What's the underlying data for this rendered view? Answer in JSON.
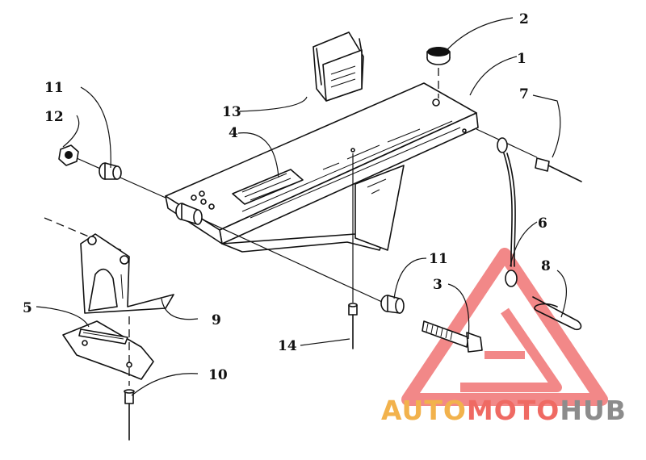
{
  "callouts": [
    {
      "id": "c1",
      "label": "1"
    },
    {
      "id": "c2",
      "label": "2"
    },
    {
      "id": "c3",
      "label": "3"
    },
    {
      "id": "c4",
      "label": "4"
    },
    {
      "id": "c5",
      "label": "5"
    },
    {
      "id": "c6",
      "label": "6"
    },
    {
      "id": "c7",
      "label": "7"
    },
    {
      "id": "c8",
      "label": "8"
    },
    {
      "id": "c9",
      "label": "9"
    },
    {
      "id": "c10",
      "label": "10"
    },
    {
      "id": "c11a",
      "label": "11"
    },
    {
      "id": "c11b",
      "label": "11"
    },
    {
      "id": "c12",
      "label": "12"
    },
    {
      "id": "c13",
      "label": "13"
    },
    {
      "id": "c14",
      "label": "14"
    }
  ],
  "watermark": {
    "part1": "AUTO",
    "part2": "MOTO",
    "part3": "HUB",
    "color_auto": "#f2b24c",
    "color_moto": "#ef6a63",
    "color_hub": "#8c8c8c",
    "logo_color": "#f07474"
  }
}
